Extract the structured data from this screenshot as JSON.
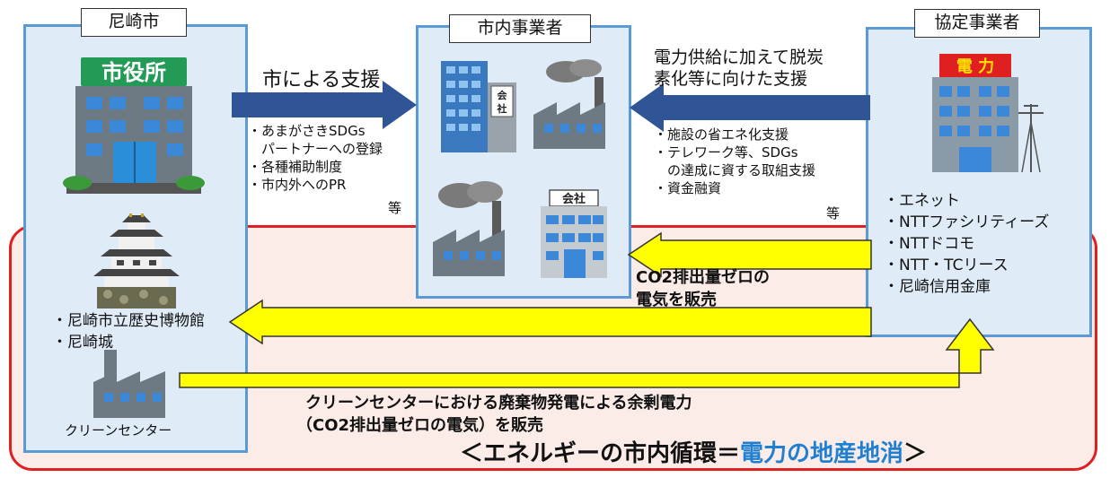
{
  "panels": {
    "city": "尼崎市",
    "business": "市内事業者",
    "partners": "協定事業者"
  },
  "icons": {
    "city_hall_sign": "市役所",
    "company_sign": "会社",
    "company_sign_vertical": "会\n社",
    "power_sign": "電 力"
  },
  "support_city": {
    "title": "市による支援",
    "items": [
      "・あまがさきSDGs",
      "　パートナーへの登録",
      "・各種補助制度",
      "・市内外へのPR"
    ],
    "etc": "等"
  },
  "support_partner": {
    "title_line1": "電力供給に加えて脱炭",
    "title_line2": "素化等に向けた支援",
    "items": [
      "・施設の省エネ化支援",
      "・テレワーク等、SDGs",
      "　の達成に資する取組支援",
      "・資金融資"
    ],
    "etc": "等"
  },
  "partners_list": [
    "・エネット",
    "・NTTファシリティーズ",
    "・NTTドコモ",
    "・NTT・TCリース",
    "・尼崎信用金庫"
  ],
  "city_facilities": [
    "・尼崎市立歴史博物館",
    "・尼崎城"
  ],
  "clean_center": "クリーンセンター",
  "sell_business": {
    "line1": "CO2排出量ゼロの",
    "line2": "電気を販売"
  },
  "clean_power": {
    "line1": "クリーンセンターにおける廃棄物発電による余剰電力",
    "line2": "（CO2排出量ゼロの電気）を販売"
  },
  "slogan": {
    "open": "＜",
    "main": "エネルギーの市内循環＝",
    "highlight": "電力の地産地消",
    "close": "＞"
  },
  "colors": {
    "panel_fill": "#dfecf8",
    "panel_border": "#5b9bd5",
    "arrow_blue": "#2f5597",
    "arrow_yellow": "#ffff00",
    "region_border": "#e02020",
    "region_fill": "#fcece8",
    "highlight": "#1f7fd0"
  }
}
